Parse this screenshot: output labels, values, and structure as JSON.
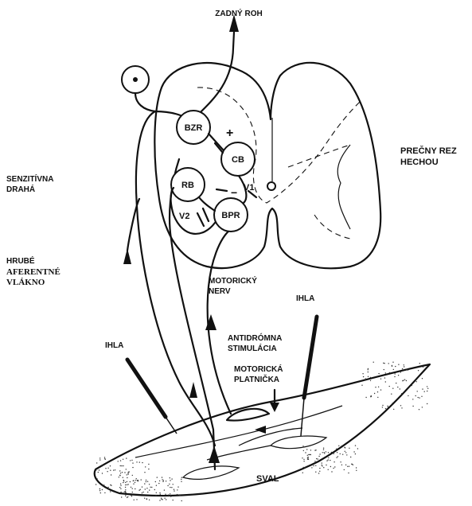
{
  "labels": {
    "zadny_roh": "ZADNÝ ROH",
    "precny_rez_line1": "PREČNY REZ",
    "precny_rez_line2": "HECHOU",
    "senzitivna_line1": "SENZITÍVNA",
    "senzitivna_line2": "DRAHÁ",
    "hrube": "HRUBÉ",
    "aferentne": "AFERENTNÉ",
    "vlakno": "VLÁKNO",
    "motoricky_line1": "MOTORICKÝ",
    "motoricky_line2": "NERV",
    "ihla_right": "IHLA",
    "ihla_left": "IHLA",
    "antidromna_line1": "ANTIDRÓMNA",
    "antidromna_line2": "STIMULÁCIA",
    "platnicka_line1": "MOTORICKÁ",
    "platnicka_line2": "PLATNIČKA",
    "sval": "SVAL"
  },
  "cells": {
    "bzr": "BZR",
    "cb": "CB",
    "rb": "RB",
    "bpr": "BPR"
  },
  "synapses": {
    "v1": "V1",
    "v2": "V2",
    "plus": "+",
    "minus": "−"
  }
}
